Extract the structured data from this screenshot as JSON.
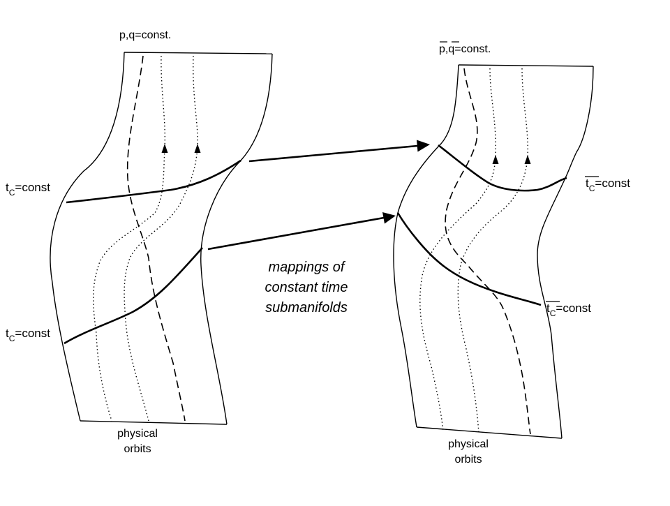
{
  "left_panel": {
    "top_label": "p,q=const.",
    "upper_slice_label": {
      "main": "t",
      "sub": "C",
      "rest": "=const"
    },
    "lower_slice_label": {
      "main": "t",
      "sub": "C",
      "rest": "=const"
    },
    "bottom_label_line1": "physical",
    "bottom_label_line2": "orbits"
  },
  "right_panel": {
    "top_label": "p,q=const.",
    "upper_slice_label": {
      "main": "t",
      "sub": "C",
      "rest": "=const"
    },
    "lower_slice_label": {
      "main": "t",
      "sub": "C",
      "rest": "=const"
    },
    "bottom_label_line1": "physical",
    "bottom_label_line2": "orbits"
  },
  "caption": {
    "line1": "mappings of",
    "line2": "constant time",
    "line3": "submanifolds"
  }
}
